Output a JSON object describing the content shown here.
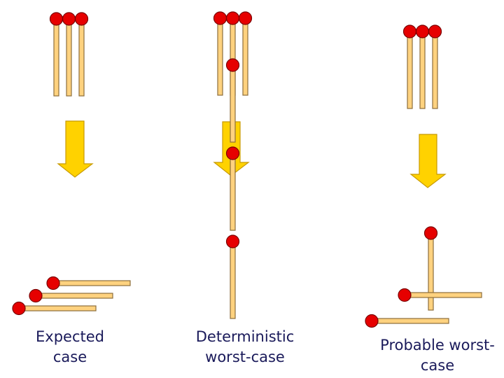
{
  "captions": {
    "expected": "Expected\ncase",
    "deterministic": "Deterministic\nworst-case",
    "probable": "Probable worst-\ncase"
  },
  "colors": {
    "stick_fill": "#FFD27F",
    "stick_stroke": "#8C6D3C",
    "head_fill": "#E60000",
    "head_stroke": "#7A0000",
    "arrow_fill": "#FFD200",
    "arrow_stroke": "#C89A00",
    "caption_text": "#1a1a5a"
  },
  "panels": [
    "expected-case",
    "deterministic-worst-case",
    "probable-worst-case"
  ]
}
